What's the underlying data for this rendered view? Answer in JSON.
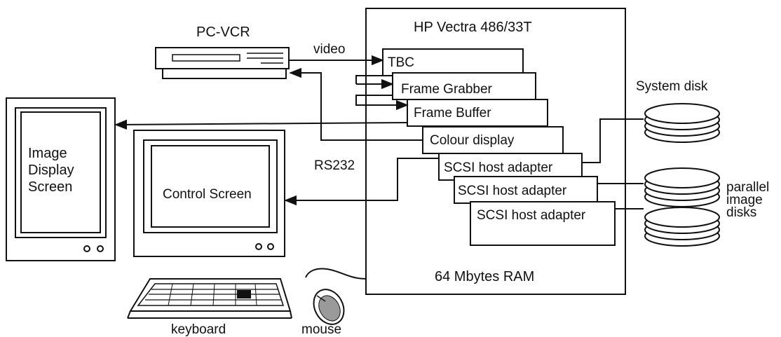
{
  "computer": {
    "title": "HP Vectra 486/33T",
    "memory": "64 Mbytes RAM"
  },
  "cards": [
    "TBC",
    "Frame Grabber",
    "Frame Buffer",
    "Colour display",
    "SCSI host adapter",
    "SCSI host adapter",
    "SCSI host adapter"
  ],
  "vcr": {
    "label": "PC-VCR"
  },
  "links": {
    "video": "video",
    "serial": "RS232"
  },
  "image_display": {
    "line1": "Image",
    "line2": "Display",
    "line3": "Screen"
  },
  "control_screen": {
    "label": "Control Screen"
  },
  "disks": {
    "system": "System disk",
    "parallel_line1": "parallel",
    "parallel_line2": "image",
    "parallel_line3": "disks"
  },
  "peripherals": {
    "keyboard": "keyboard",
    "mouse": "mouse"
  }
}
